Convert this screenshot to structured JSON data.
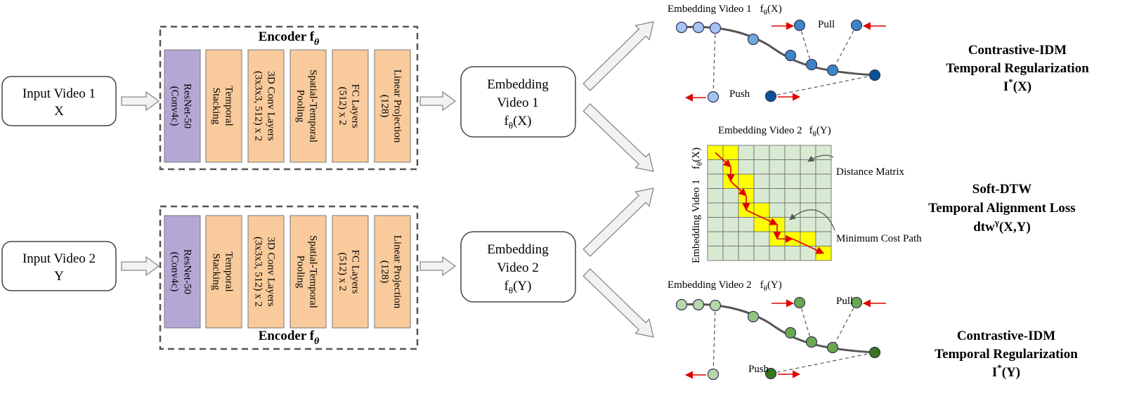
{
  "inputs": [
    {
      "line1": "Input Video 1",
      "line2": "X"
    },
    {
      "line1": "Input Video 2",
      "line2": "Y"
    }
  ],
  "encoders": [
    {
      "title": "Encoder f",
      "title_sub": "θ"
    },
    {
      "title": "Encoder f",
      "title_sub": "θ"
    }
  ],
  "layers": [
    {
      "lines": [
        "ResNet-50",
        "(Conv4c)"
      ],
      "fill": "#b4a7d6"
    },
    {
      "lines": [
        "Temporal",
        "Stacking"
      ],
      "fill": "#f9cb9c"
    },
    {
      "lines": [
        "3D Conv Layers",
        "(3x3x3, 512) x 2"
      ],
      "fill": "#f9cb9c"
    },
    {
      "lines": [
        "Spatial-Temporal",
        "Pooling"
      ],
      "fill": "#f9cb9c"
    },
    {
      "lines": [
        "FC Layers",
        "(512) x 2"
      ],
      "fill": "#f9cb9c"
    },
    {
      "lines": [
        "Linear Projection",
        "(128)"
      ],
      "fill": "#f9cb9c"
    }
  ],
  "embeddings": [
    {
      "line1": "Embedding",
      "line2": "Video 1",
      "f": "f",
      "sub": "θ",
      "arg": "(X)"
    },
    {
      "line1": "Embedding",
      "line2": "Video 2",
      "f": "f",
      "sub": "θ",
      "arg": "(Y)"
    }
  ],
  "top_panel": {
    "label": "Embedding Video 1",
    "f": "f",
    "sub": "θ",
    "arg": "(X)",
    "pull": "Pull",
    "push": "Push",
    "colors": {
      "light": "#a4c2f4",
      "mid": "#6fa8dc",
      "dark": "#3d85c6",
      "darkest": "#0b5394"
    }
  },
  "matrix_panel": {
    "top_label": "Embedding Video 2",
    "top_f": "f",
    "top_sub": "θ",
    "top_arg": "(Y)",
    "left_label": "Embedding Video 1",
    "left_f": "f",
    "left_sub": "θ",
    "left_arg": "(X)",
    "distance_label": "Distance Matrix",
    "path_label": "Minimum Cost Path",
    "rows": 8,
    "cols": 8,
    "path": [
      [
        0,
        0
      ],
      [
        1,
        1
      ],
      [
        2,
        1
      ],
      [
        3,
        2
      ],
      [
        4,
        2
      ],
      [
        5,
        4
      ],
      [
        6,
        4
      ],
      [
        6,
        5
      ],
      [
        7,
        7
      ]
    ],
    "highlight": [
      [
        0,
        0
      ],
      [
        0,
        1
      ],
      [
        1,
        1
      ],
      [
        2,
        1
      ],
      [
        2,
        2
      ],
      [
        3,
        2
      ],
      [
        4,
        2
      ],
      [
        4,
        3
      ],
      [
        5,
        3
      ],
      [
        5,
        4
      ],
      [
        6,
        4
      ],
      [
        6,
        5
      ],
      [
        6,
        6
      ],
      [
        7,
        7
      ]
    ],
    "colors": {
      "cell": "#d9ead3",
      "highlight": "#ffff00",
      "path": "#e00000"
    }
  },
  "bottom_panel": {
    "label": "Embedding Video 2",
    "f": "f",
    "sub": "θ",
    "arg": "(Y)",
    "pull": "Pull",
    "push": "Push",
    "colors": {
      "light": "#b6d7a8",
      "mid": "#93c47d",
      "dark": "#6aa84f",
      "darkest": "#38761d"
    }
  },
  "right_labels": [
    {
      "line1": "Contrastive-IDM",
      "line2": "Temporal Regularization",
      "line3_main": "I",
      "line3_sup": "*",
      "line3_rest": "(X)"
    },
    {
      "line1": "Soft-DTW",
      "line2": "Temporal Alignment Loss",
      "line3_main": "dtw",
      "line3_sup": "γ",
      "line3_rest": "(X,Y)"
    },
    {
      "line1": "Contrastive-IDM",
      "line2": "Temporal Regularization",
      "line3_main": "I",
      "line3_sup": "*",
      "line3_rest": "(Y)"
    }
  ]
}
